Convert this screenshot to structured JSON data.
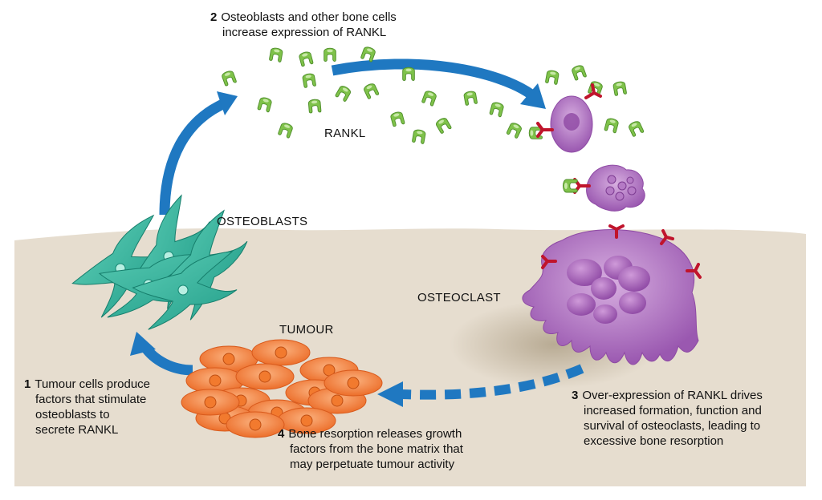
{
  "labels": {
    "rankl": "RANKL",
    "osteoblasts": "OSTEOBLASTS",
    "osteoclast": "OSTEOCLAST",
    "tumour": "TUMOUR"
  },
  "steps": [
    {
      "num": "1",
      "lines": [
        "Tumour cells produce",
        "factors that stimulate",
        "osteoblasts to",
        "secrete RANKL"
      ]
    },
    {
      "num": "2",
      "lines": [
        "Osteoblasts and other bone cells",
        "increase expression of RANKL"
      ]
    },
    {
      "num": "3",
      "lines": [
        "Over-expression of RANKL drives",
        "increased formation, function and",
        "survival of osteoclasts, leading to",
        "excessive bone resorption"
      ]
    },
    {
      "num": "4",
      "lines": [
        "Bone resorption releases growth",
        "factors from the bone matrix that",
        "may perpetuate tumour activity"
      ]
    }
  ],
  "colors": {
    "bone": "#e6ddcf",
    "arrow": "#1f78c1",
    "rankl": "#7fc24a",
    "receptor": "#c0142c",
    "osteoclast": "#a560b8",
    "osteoblast": "#2fb39b",
    "tumour": "#f07d36"
  },
  "icons": [
    "rankl-molecule-icon",
    "rank-receptor-icon"
  ]
}
